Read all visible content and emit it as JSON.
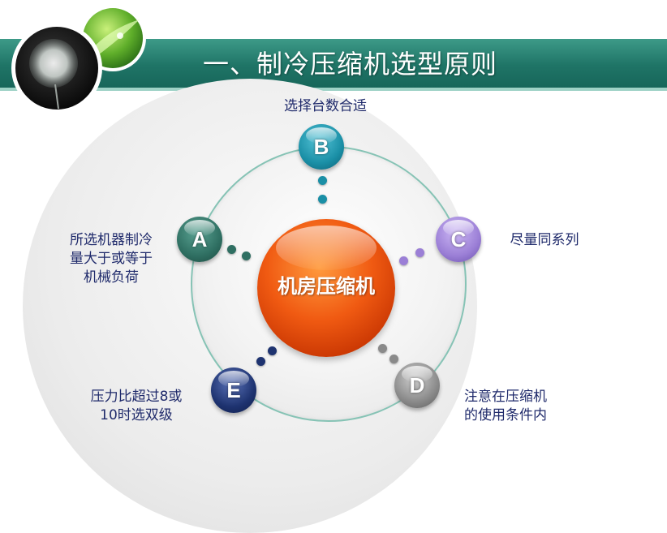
{
  "title": "一、制冷压缩机选型原则",
  "center": {
    "label": "机房压缩机"
  },
  "nodes": {
    "A": {
      "letter": "A",
      "color": "#2f6f62",
      "text": [
        "所选机器制冷",
        "量大于或等于",
        "机械负荷"
      ]
    },
    "B": {
      "letter": "B",
      "color": "#1a8fa6",
      "text": [
        "选择台数合适"
      ]
    },
    "C": {
      "letter": "C",
      "color": "#9b7fd6",
      "text": [
        "尽量同系列"
      ]
    },
    "D": {
      "letter": "D",
      "color": "#8a8a8a",
      "text": [
        "注意在压缩机",
        "的使用条件内"
      ]
    },
    "E": {
      "letter": "E",
      "color": "#1e3370",
      "text": [
        "压力比超过8或",
        "10时选双级"
      ]
    }
  },
  "icons": {
    "logo_left": "dandelion-photo-icon",
    "logo_right": "green-leaf-photo-icon"
  }
}
